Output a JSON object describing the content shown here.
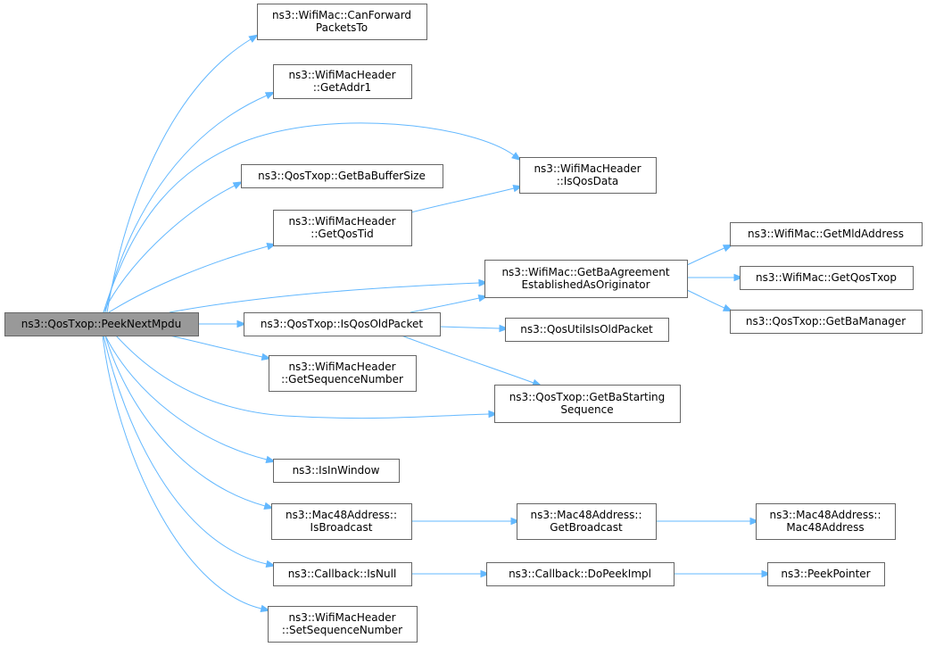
{
  "graph": {
    "colors": {
      "edge": "#63b8ff",
      "node_border": "#666666",
      "node_fill": "#ffffff",
      "root_fill": "#999999"
    },
    "nodes": [
      {
        "id": "root",
        "lines": [
          "ns3::QosTxop::PeekNextMpdu"
        ],
        "root": true
      },
      {
        "id": "canForward",
        "lines": [
          "ns3::WifiMac::CanForward",
          "PacketsTo"
        ]
      },
      {
        "id": "getAddr1",
        "lines": [
          "ns3::WifiMacHeader",
          "::GetAddr1"
        ]
      },
      {
        "id": "isQosData",
        "lines": [
          "ns3::WifiMacHeader",
          "::IsQosData"
        ]
      },
      {
        "id": "getBaBufferSize",
        "lines": [
          "ns3::QosTxop::GetBaBufferSize"
        ]
      },
      {
        "id": "getQosTid",
        "lines": [
          "ns3::WifiMacHeader",
          "::GetQosTid"
        ]
      },
      {
        "id": "getBaAgreement",
        "lines": [
          "ns3::WifiMac::GetBaAgreement",
          "EstablishedAsOriginator"
        ]
      },
      {
        "id": "getMldAddress",
        "lines": [
          "ns3::WifiMac::GetMldAddress"
        ]
      },
      {
        "id": "getQosTxop",
        "lines": [
          "ns3::WifiMac::GetQosTxop"
        ]
      },
      {
        "id": "getBaManager",
        "lines": [
          "ns3::QosTxop::GetBaManager"
        ]
      },
      {
        "id": "isQosOldPacket",
        "lines": [
          "ns3::QosTxop::IsQosOldPacket"
        ]
      },
      {
        "id": "qosUtilsIsOldPacket",
        "lines": [
          "ns3::QosUtilsIsOldPacket"
        ]
      },
      {
        "id": "getSequenceNumber",
        "lines": [
          "ns3::WifiMacHeader",
          "::GetSequenceNumber"
        ]
      },
      {
        "id": "getBaStartingSequence",
        "lines": [
          "ns3::QosTxop::GetBaStarting",
          "Sequence"
        ]
      },
      {
        "id": "isInWindow",
        "lines": [
          "ns3::IsInWindow"
        ]
      },
      {
        "id": "isBroadcast",
        "lines": [
          "ns3::Mac48Address::",
          "IsBroadcast"
        ]
      },
      {
        "id": "getBroadcast",
        "lines": [
          "ns3::Mac48Address::",
          "GetBroadcast"
        ]
      },
      {
        "id": "mac48Address",
        "lines": [
          "ns3::Mac48Address::",
          "Mac48Address"
        ]
      },
      {
        "id": "isNull",
        "lines": [
          "ns3::Callback::IsNull"
        ]
      },
      {
        "id": "doPeekImpl",
        "lines": [
          "ns3::Callback::DoPeekImpl"
        ]
      },
      {
        "id": "peekPointer",
        "lines": [
          "ns3::PeekPointer"
        ]
      },
      {
        "id": "setSequenceNumber",
        "lines": [
          "ns3::WifiMacHeader",
          "::SetSequenceNumber"
        ]
      }
    ],
    "edges": [
      [
        "root",
        "canForward"
      ],
      [
        "root",
        "getAddr1"
      ],
      [
        "root",
        "isQosData"
      ],
      [
        "root",
        "getBaBufferSize"
      ],
      [
        "root",
        "getQosTid"
      ],
      [
        "root",
        "getBaAgreement"
      ],
      [
        "root",
        "isQosOldPacket"
      ],
      [
        "root",
        "getSequenceNumber"
      ],
      [
        "root",
        "getBaStartingSequence"
      ],
      [
        "root",
        "isInWindow"
      ],
      [
        "root",
        "isBroadcast"
      ],
      [
        "root",
        "isNull"
      ],
      [
        "root",
        "setSequenceNumber"
      ],
      [
        "getQosTid",
        "isQosData"
      ],
      [
        "getBaAgreement",
        "getMldAddress"
      ],
      [
        "getBaAgreement",
        "getQosTxop"
      ],
      [
        "getBaAgreement",
        "getBaManager"
      ],
      [
        "isQosOldPacket",
        "getBaAgreement"
      ],
      [
        "isQosOldPacket",
        "qosUtilsIsOldPacket"
      ],
      [
        "isQosOldPacket",
        "getBaStartingSequence"
      ],
      [
        "isBroadcast",
        "getBroadcast"
      ],
      [
        "getBroadcast",
        "mac48Address"
      ],
      [
        "isNull",
        "doPeekImpl"
      ],
      [
        "doPeekImpl",
        "peekPointer"
      ]
    ]
  }
}
